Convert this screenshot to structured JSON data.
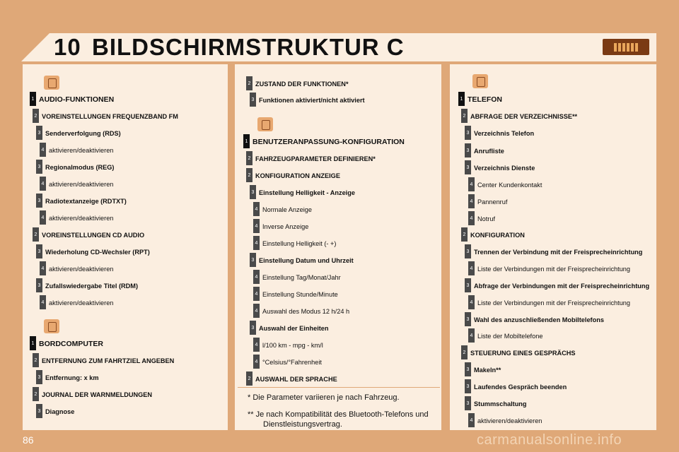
{
  "header": {
    "chapter": "10",
    "title": "BILDSCHIRMSTRUKTUR C"
  },
  "page_number": "86",
  "watermark": "carmanualsonline.info",
  "columns": [
    {
      "id": "p1",
      "icon": "speaker-icon",
      "rows": [
        {
          "level": "1",
          "text": "AUDIO-FUNKTIONEN",
          "style": "h"
        },
        {
          "level": "2",
          "text": "VOREINSTELLUNGEN FREQUENZBAND FM",
          "style": "b"
        },
        {
          "level": "3",
          "text": "Senderverfolgung (RDS)",
          "style": "b"
        },
        {
          "level": "4",
          "text": "aktivieren/deaktivieren",
          "style": ""
        },
        {
          "level": "3",
          "text": "Regionalmodus (REG)",
          "style": "b"
        },
        {
          "level": "4",
          "text": "aktivieren/deaktivieren",
          "style": ""
        },
        {
          "level": "3",
          "text": "Radiotextanzeige (RDTXT)",
          "style": "b"
        },
        {
          "level": "4",
          "text": "aktivieren/deaktivieren",
          "style": ""
        },
        {
          "level": "2",
          "text": "VOREINSTELLUNGEN CD AUDIO",
          "style": "b"
        },
        {
          "level": "3",
          "text": "Wiederholung CD-Wechsler (RPT)",
          "style": "b"
        },
        {
          "level": "4",
          "text": "aktivieren/deaktivieren",
          "style": ""
        },
        {
          "level": "3",
          "text": "Zufallswiedergabe Titel (RDM)",
          "style": "b"
        },
        {
          "level": "4",
          "text": "aktivieren/deaktivieren",
          "style": ""
        },
        {
          "level": "1",
          "text": "BORDCOMPUTER",
          "style": "h"
        },
        {
          "level": "2",
          "text": "ENTFERNUNG ZUM FAHRTZIEL ANGEBEN",
          "style": "b"
        },
        {
          "level": "3",
          "text": "Entfernung: x km",
          "style": "b"
        },
        {
          "level": "2",
          "text": "JOURNAL DER WARNMELDUNGEN",
          "style": "b"
        },
        {
          "level": "3",
          "text": "Diagnose",
          "style": "b"
        }
      ]
    },
    {
      "id": "p2",
      "icon": "settings-icon",
      "rows": [
        {
          "level": "2",
          "text": "ZUSTAND DER FUNKTIONEN*",
          "style": "b"
        },
        {
          "level": "3",
          "text": "Funktionen aktiviert/nicht aktiviert",
          "style": "b"
        },
        {
          "level": "1",
          "text": "BENUTZERANPASSUNG-KONFIGURATION",
          "style": "h"
        },
        {
          "level": "2",
          "text": "FAHRZEUGPARAMETER DEFINIEREN*",
          "style": "b"
        },
        {
          "level": "2",
          "text": "KONFIGURATION ANZEIGE",
          "style": "b"
        },
        {
          "level": "3",
          "text": "Einstellung Helligkeit - Anzeige",
          "style": "b"
        },
        {
          "level": "4",
          "text": "Normale Anzeige",
          "style": ""
        },
        {
          "level": "4",
          "text": "Inverse Anzeige",
          "style": ""
        },
        {
          "level": "4",
          "text": "Einstellung Helligkeit (- +)",
          "style": ""
        },
        {
          "level": "3",
          "text": "Einstellung Datum und Uhrzeit",
          "style": "b"
        },
        {
          "level": "4",
          "text": "Einstellung Tag/Monat/Jahr",
          "style": ""
        },
        {
          "level": "4",
          "text": "Einstellung Stunde/Minute",
          "style": ""
        },
        {
          "level": "4",
          "text": "Auswahl des Modus 12 h/24 h",
          "style": ""
        },
        {
          "level": "3",
          "text": "Auswahl der Einheiten",
          "style": "b"
        },
        {
          "level": "4",
          "text": "l/100 km - mpg - km/l",
          "style": ""
        },
        {
          "level": "4",
          "text": "°Celsius/°Fahrenheit",
          "style": ""
        },
        {
          "level": "2",
          "text": "AUSWAHL DER SPRACHE",
          "style": "b"
        }
      ]
    },
    {
      "id": "p3",
      "icon": "phone-icon",
      "rows": [
        {
          "level": "1",
          "text": "TELEFON",
          "style": "h"
        },
        {
          "level": "2",
          "text": "ABFRAGE DER VERZEICHNISSE**",
          "style": "b"
        },
        {
          "level": "3",
          "text": "Verzeichnis Telefon",
          "style": "b"
        },
        {
          "level": "3",
          "text": "Anrufliste",
          "style": "b"
        },
        {
          "level": "3",
          "text": "Verzeichnis Dienste",
          "style": "b"
        },
        {
          "level": "4",
          "text": "Center Kundenkontakt",
          "style": ""
        },
        {
          "level": "4",
          "text": "Pannenruf",
          "style": ""
        },
        {
          "level": "4",
          "text": "Notruf",
          "style": ""
        },
        {
          "level": "2",
          "text": "KONFIGURATION",
          "style": "b"
        },
        {
          "level": "3",
          "text": "Trennen der Verbindung mit der Freisprecheinrichtung",
          "style": "b"
        },
        {
          "level": "4",
          "text": "Liste der Verbindungen mit der Freisprecheinrichtung",
          "style": ""
        },
        {
          "level": "3",
          "text": "Abfrage der Verbindungen mit der Freisprecheinrichtung",
          "style": "b"
        },
        {
          "level": "4",
          "text": "Liste der Verbindungen mit der Freisprecheinrichtung",
          "style": ""
        },
        {
          "level": "3",
          "text": "Wahl des anzuschließenden Mobiltelefons",
          "style": "b"
        },
        {
          "level": "4",
          "text": "Liste der Mobiltelefone",
          "style": ""
        },
        {
          "level": "2",
          "text": "STEUERUNG EINES GESPRÄCHS",
          "style": "b"
        },
        {
          "level": "3",
          "text": "Makeln**",
          "style": "b"
        },
        {
          "level": "3",
          "text": "Laufendes Gespräch beenden",
          "style": "b"
        },
        {
          "level": "3",
          "text": "Stummschaltung",
          "style": "b"
        },
        {
          "level": "4",
          "text": "aktivieren/deaktivieren",
          "style": ""
        }
      ]
    }
  ],
  "notes": {
    "single_star": "*  Die Parameter variieren je nach Fahrzeug.",
    "double_star_line1": "** Je nach Kompatibilität des Bluetooth-Telefons und",
    "double_star_line2": "Dienstleistungsvertrag."
  }
}
